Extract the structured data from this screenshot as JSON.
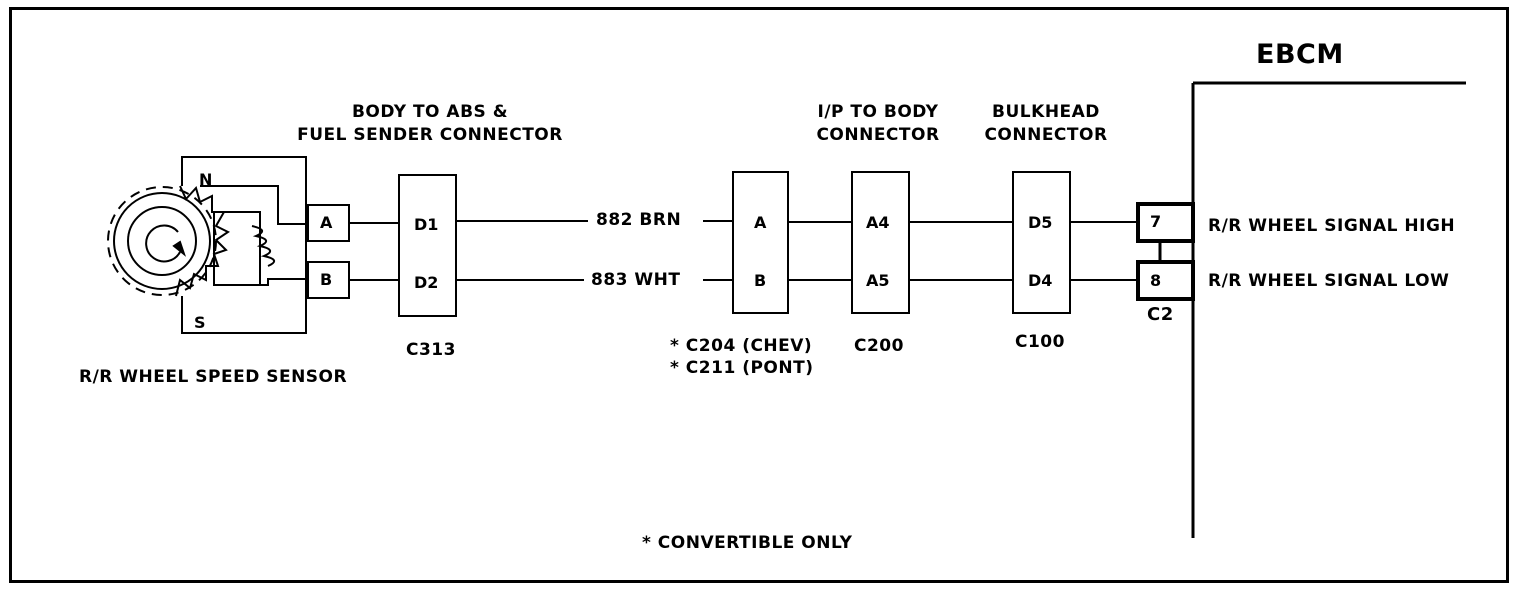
{
  "ebcm": {
    "title": "EBCM",
    "connector": "C2",
    "pin_high": "7",
    "pin_low": "8",
    "signal_high": "R/R WHEEL SIGNAL HIGH",
    "signal_low": "R/R WHEEL SIGNAL LOW"
  },
  "sensor": {
    "label": "R/R WHEEL SPEED SENSOR",
    "pole_n": "N",
    "pole_s": "S",
    "term_a": "A",
    "term_b": "B"
  },
  "c313": {
    "title_line1": "BODY TO ABS &",
    "title_line2": "FUEL SENDER CONNECTOR",
    "id": "C313",
    "pin_top": "D1",
    "pin_bottom": "D2"
  },
  "wires": {
    "top": "882 BRN",
    "bottom": "883 WHT"
  },
  "c204": {
    "pin_top": "A",
    "pin_bottom": "B",
    "id_line1": "* C204 (CHEV)",
    "id_line2": "* C211 (PONT)"
  },
  "c200": {
    "title_line1": "I/P TO BODY",
    "title_line2": "CONNECTOR",
    "id": "C200",
    "pin_top": "A4",
    "pin_bottom": "A5"
  },
  "c100": {
    "title_line1": "BULKHEAD",
    "title_line2": "CONNECTOR",
    "id": "C100",
    "pin_top": "D5",
    "pin_bottom": "D4"
  },
  "footnote": "* CONVERTIBLE ONLY"
}
